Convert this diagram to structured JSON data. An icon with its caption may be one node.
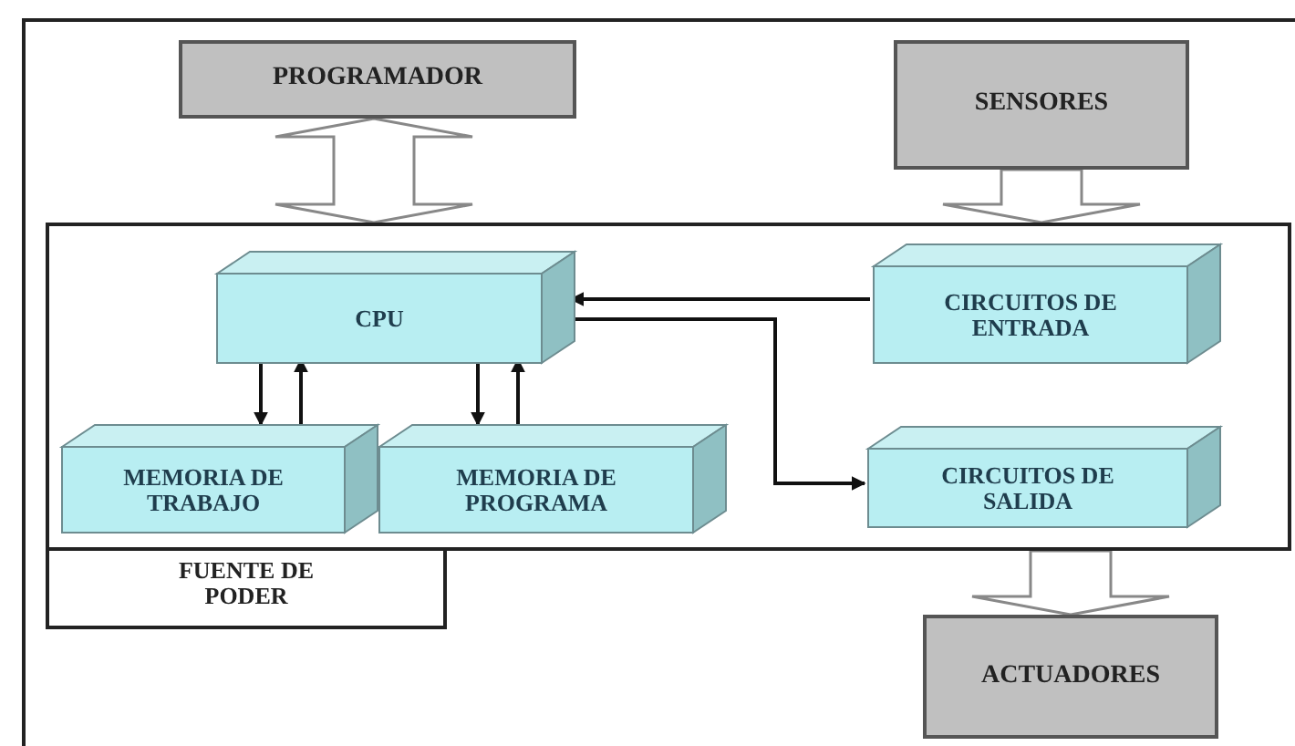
{
  "diagram": {
    "nodes": [
      {
        "text": [
          "PROGRAMADOR"
        ]
      },
      {
        "text": [
          "SENSORES"
        ]
      },
      {
        "text": [],
        "shape": "box"
      },
      {
        "text": [
          "CPU"
        ],
        "in": 2
      },
      {
        "text": [
          "CIRCUITOS DE ENTRADA"
        ],
        "in": 2
      },
      {
        "text": [
          "MEMORIA DE TRABAJO"
        ],
        "in": 2
      },
      {
        "text": [
          "MEMORIA DE PROGRAMA"
        ],
        "in": 2
      },
      {
        "text": [
          "CIRCUITOS DE SALIDA"
        ],
        "in": 2
      },
      {
        "text": [
          "FUENTE DE PODER"
        ]
      },
      {
        "text": [
          "ACTUADORES"
        ]
      }
    ],
    "edges": [
      {
        "from": 0,
        "to": 2,
        "arrow": "both",
        "style": "thick"
      },
      {
        "from": 1,
        "to": 2,
        "arrow": "to",
        "style": "thick"
      },
      {
        "from": 2,
        "to": 9,
        "arrow": "to",
        "style": "thick"
      },
      {
        "from": 3,
        "to": 5,
        "arrow": "to"
      },
      {
        "from": 5,
        "to": 3,
        "arrow": "to"
      },
      {
        "from": 3,
        "to": 6,
        "arrow": "to"
      },
      {
        "from": 6,
        "to": 3,
        "arrow": "to"
      },
      {
        "from": 4,
        "to": 3,
        "arrow": "to"
      },
      {
        "from": 3,
        "to": 7,
        "arrow": "to"
      }
    ]
  }
}
